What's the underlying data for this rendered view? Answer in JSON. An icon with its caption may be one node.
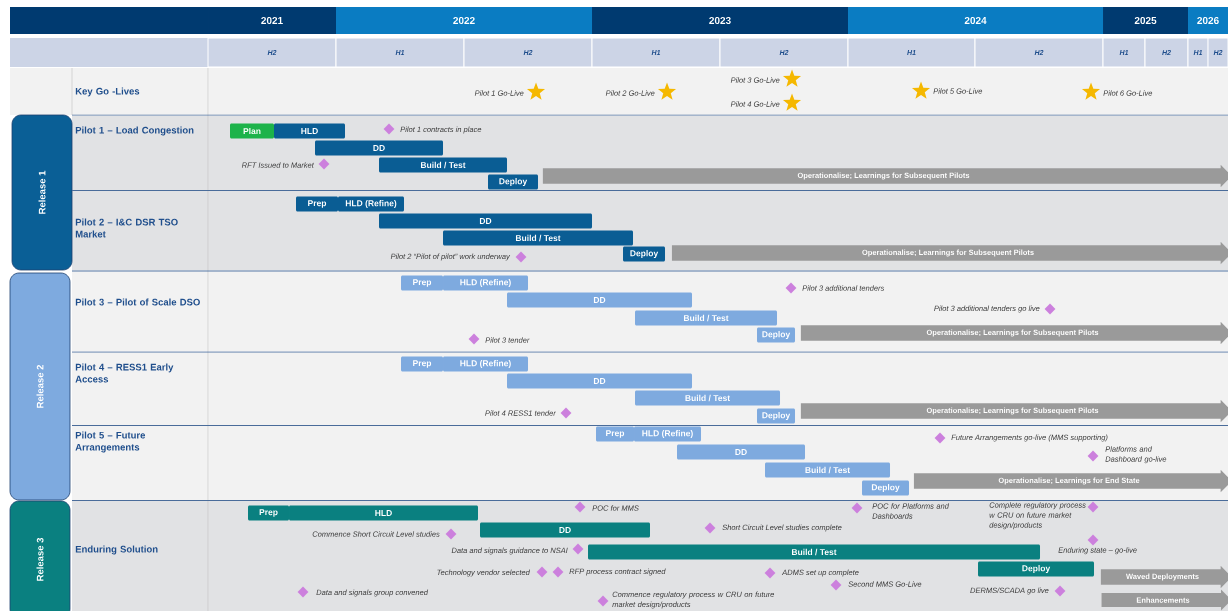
{
  "diagram": {
    "nodes": [
      {
        "text": [
          "2021"
        ]
      },
      {
        "text": [
          "2022"
        ]
      },
      {
        "text": [
          "2023"
        ]
      },
      {
        "text": [
          "2024"
        ]
      },
      {
        "text": [
          "2025"
        ]
      },
      {
        "text": [
          "2026"
        ]
      },
      {
        "text": [
          "H2"
        ]
      },
      {
        "text": [
          "H1"
        ]
      },
      {
        "text": [
          "H2"
        ]
      },
      {
        "text": [
          "H1"
        ]
      },
      {
        "text": [
          "H2"
        ]
      },
      {
        "text": [
          "H1"
        ]
      },
      {
        "text": [
          "H2"
        ]
      },
      {
        "text": [
          "H1"
        ]
      },
      {
        "text": [
          "H2"
        ]
      },
      {
        "text": [
          "H1"
        ]
      },
      {
        "text": [
          "H2"
        ]
      },
      {
        "text": [
          "Key Go -Lives"
        ]
      },
      {
        "text": [],
        "shape": "star",
        "beside": [
          "Pilot 1 Go-Live"
        ],
        "in": 17
      },
      {
        "text": [],
        "shape": "star",
        "beside": [
          "Pilot 2 Go-Live"
        ],
        "in": 17
      },
      {
        "text": [],
        "shape": "star",
        "beside": [
          "Pilot 3 Go-Live"
        ],
        "in": 17
      },
      {
        "text": [],
        "shape": "star",
        "beside": [
          "Pilot 4 Go-Live"
        ],
        "in": 17
      },
      {
        "text": [],
        "shape": "star",
        "beside": [
          "Pilot 5 Go-Live"
        ],
        "in": 17
      },
      {
        "text": [],
        "shape": "star",
        "beside": [
          "Pilot 6 Go-Live"
        ],
        "in": 17
      },
      {
        "text": [
          "Release 1"
        ]
      },
      {
        "text": [
          "Pilot 1 – Load Congestion"
        ]
      },
      {
        "text": [
          "Plan"
        ],
        "in": 25
      },
      {
        "text": [
          "HLD"
        ],
        "in": 25
      },
      {
        "text": [
          "DD"
        ],
        "in": 25
      },
      {
        "text": [
          "Build / Test"
        ],
        "in": 25
      },
      {
        "text": [
          "Deploy"
        ],
        "in": 25
      },
      {
        "text": [
          "Operationalise; Learnings for Subsequent Pilots"
        ],
        "in": 25
      },
      {
        "text": [],
        "shape": "diamond",
        "beside": [
          "Pilot 1 contracts in place"
        ],
        "in": 25
      },
      {
        "text": [],
        "shape": "diamond",
        "beside": [
          "RFT Issued to Market"
        ],
        "in": 25
      },
      {
        "text": [
          "Pilot 2 – I&C DSR TSO Market"
        ]
      },
      {
        "text": [
          "Prep"
        ],
        "in": 34
      },
      {
        "text": [
          "HLD (Refine)"
        ],
        "in": 34
      },
      {
        "text": [
          "DD"
        ],
        "in": 34
      },
      {
        "text": [
          "Build / Test"
        ],
        "in": 34
      },
      {
        "text": [
          "Deploy"
        ],
        "in": 34
      },
      {
        "text": [
          "Operationalise; Learnings for Subsequent Pilots"
        ],
        "in": 34
      },
      {
        "text": [],
        "shape": "diamond",
        "beside": [
          "Pilot 2 “Pilot of pilot” work underway"
        ],
        "in": 34
      },
      {
        "text": [
          "Release 2"
        ]
      },
      {
        "text": [
          "Pilot 3 – Pilot of Scale DSO"
        ]
      },
      {
        "text": [
          "Prep"
        ],
        "in": 43
      },
      {
        "text": [
          "HLD (Refine)"
        ],
        "in": 43
      },
      {
        "text": [
          "DD"
        ],
        "in": 43
      },
      {
        "text": [
          "Build / Test"
        ],
        "in": 43
      },
      {
        "text": [
          "Deploy"
        ],
        "in": 43
      },
      {
        "text": [
          "Operationalise; Learnings for Subsequent Pilots"
        ],
        "in": 43
      },
      {
        "text": [],
        "shape": "diamond",
        "beside": [
          "Pilot 3 additional tenders"
        ],
        "in": 43
      },
      {
        "text": [],
        "shape": "diamond",
        "beside": [
          "Pilot 3 additional tenders go live"
        ],
        "in": 43
      },
      {
        "text": [],
        "shape": "diamond",
        "beside": [
          "Pilot 3 tender"
        ],
        "in": 43
      },
      {
        "text": [
          "Pilot 4 – RESS1 Early Access"
        ]
      },
      {
        "text": [
          "Prep"
        ],
        "in": 53
      },
      {
        "text": [
          "HLD (Refine)"
        ],
        "in": 53
      },
      {
        "text": [
          "DD"
        ],
        "in": 53
      },
      {
        "text": [
          "Build / Test"
        ],
        "in": 53
      },
      {
        "text": [
          "Deploy"
        ],
        "in": 53
      },
      {
        "text": [
          "Operationalise; Learnings for Subsequent Pilots"
        ],
        "in": 53
      },
      {
        "text": [],
        "shape": "diamond",
        "beside": [
          "Pilot 4 RESS1 tender"
        ],
        "in": 53
      },
      {
        "text": [
          "Pilot 5 – Future Arrangements"
        ]
      },
      {
        "text": [
          "Prep"
        ],
        "in": 61
      },
      {
        "text": [
          "HLD (Refine)"
        ],
        "in": 61
      },
      {
        "text": [
          "DD"
        ],
        "in": 61
      },
      {
        "text": [
          "Build / Test"
        ],
        "in": 61
      },
      {
        "text": [
          "Deploy"
        ],
        "in": 61
      },
      {
        "text": [
          "Operationalise; Learnings for End State"
        ],
        "in": 61
      },
      {
        "text": [],
        "shape": "diamond",
        "beside": [
          "Future Arrangements go-live (MMS supporting)"
        ],
        "in": 61
      },
      {
        "text": [],
        "shape": "diamond",
        "beside": [
          "Platforms and Dashboard go-live"
        ],
        "in": 61
      },
      {
        "text": [
          "Release 3"
        ]
      },
      {
        "text": [
          "Enduring Solution"
        ]
      },
      {
        "text": [
          "Prep"
        ],
        "in": 71
      },
      {
        "text": [
          "HLD"
        ],
        "in": 71
      },
      {
        "text": [
          "DD"
        ],
        "in": 71
      },
      {
        "text": [
          "Build / Test"
        ],
        "in": 71
      },
      {
        "text": [
          "Deploy"
        ],
        "in": 71
      },
      {
        "text": [
          "Waved Deployments"
        ],
        "in": 71
      },
      {
        "text": [
          "Enhancements"
        ],
        "in": 71
      },
      {
        "text": [],
        "shape": "diamond",
        "beside": [
          "POC for MMS"
        ],
        "in": 71
      },
      {
        "text": [],
        "shape": "diamond",
        "beside": [
          "Commence Short Circuit Level studies"
        ],
        "in": 71
      },
      {
        "text": [],
        "shape": "diamond",
        "beside": [
          "Data and signals guidance to NSAI"
        ],
        "in": 71
      },
      {
        "text": [],
        "shape": "diamond",
        "beside": [
          "Technology vendor selected"
        ],
        "in": 71
      },
      {
        "text": [],
        "shape": "diamond",
        "beside": [
          "RFP process contract signed"
        ],
        "in": 71
      },
      {
        "text": [],
        "shape": "diamond",
        "beside": [
          "Data and signals group convened"
        ],
        "in": 71
      },
      {
        "text": [],
        "shape": "diamond",
        "beside": [
          "Commence regulatory process w CRU on future market design/products"
        ],
        "in": 71
      },
      {
        "text": [],
        "shape": "diamond",
        "beside": [
          "Short Circuit Level studies complete"
        ],
        "in": 71
      },
      {
        "text": [],
        "shape": "diamond",
        "beside": [
          "POC for Platforms and Dashboards"
        ],
        "in": 71
      },
      {
        "text": [],
        "shape": "diamond",
        "beside": [
          "Complete regulatory process w CRU on future market design/products"
        ],
        "in": 71
      },
      {
        "text": [],
        "shape": "diamond",
        "beside": [
          "Enduring state – go-live"
        ],
        "in": 71
      },
      {
        "text": [],
        "shape": "diamond",
        "beside": [
          "ADMS set up complete"
        ],
        "in": 71
      },
      {
        "text": [],
        "shape": "diamond",
        "beside": [
          "Second MMS Go-Live"
        ],
        "in": 71
      },
      {
        "text": [],
        "shape": "diamond",
        "beside": [
          "DERMS/SCADA go live"
        ],
        "in": 71
      }
    ]
  }
}
